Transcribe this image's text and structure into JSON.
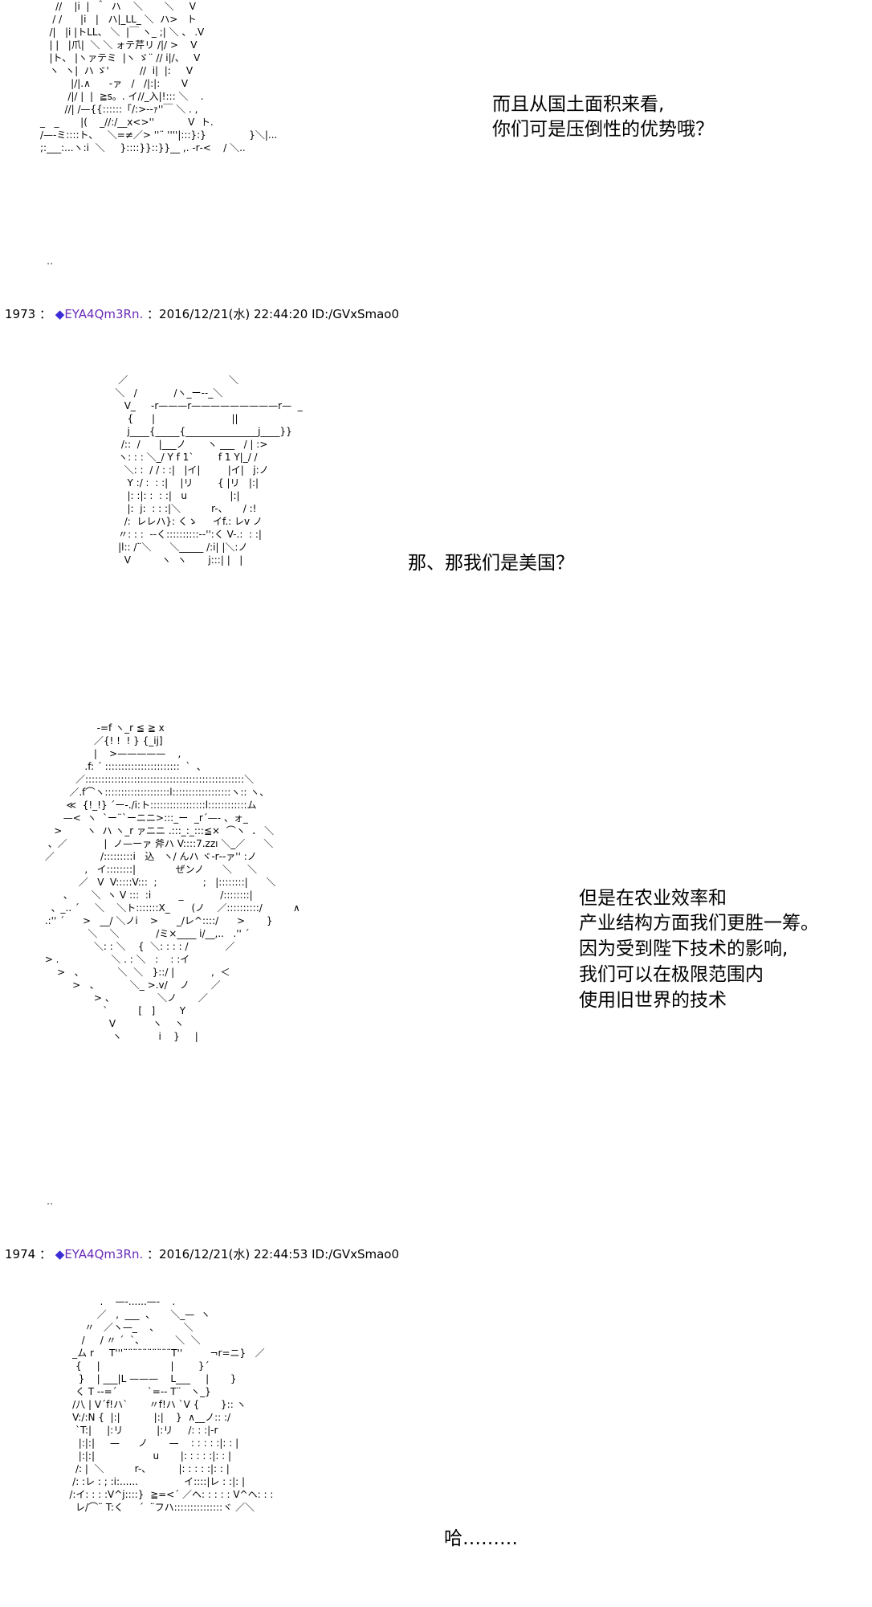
{
  "art": {
    "block1": "     //    |i  |  ＾  ハ    ＼       ＼     V\n    / /      |i   |   ハ|_LL_ ＼  ハ>   ト\n   /|   |i |トLL、 ＼  |￣ ヽ_ ;| ＼ 、 .V\n   | |   |爪|  ＼ ＼ ォテ芹リ /|/ >    V\n   |ト、 |ヽァテミ  |ヽ ゞ¨ // i|/、   V\n   ヽ  ヽ|  ハ ゞ'          //  i|  |:     V\n          |/|.∧      -ァ   /   /|:|:       V\n         /|/ |  |  ≧s。. イ//_入|!::: ＼    .\n        //| /—{{::::::「/:>-‐ｧ''￣ ＼ . ,\n_   _       |(    _//:/__x<>''           V  ト.\n/—‐ミ::::ト、   ＼=≠／> ''¨ ''''|:::}:}              }＼|...\n;:___:...ヽ:i  ＼     }::::}}::}}__ ,. ‐r‐<    / ＼..",
    "block2": "     ／                                 ＼\n    ＼   /            /ヽ_ー‐‐_＼     \n       V_     -r———r—————————r—  _\n        {      |                         ||\n        j____{_____{_______________j____}}\n      /::  /      |___ノ       ヽ ___   / | :>\n     ヽ: : : ＼_/ Y f 1`        f 1 Y|_/ /\n       ＼: :  / / : :|   |イ|         |イ|   j:ノ\n        Y :/ :  : :|    |リ        { |リ   |:|\n        |: :|: :  : :|   u              |:|\n        |:  j:  : : :|＼          r-、     / :!\n       /:  レレハ}: くゝ     イf.: レv ノ\n     〃: : :  --く::::::::::--'':く V-.:  : :|\n     |l:: /¨＼      ＼_____ /:i| |＼:ノ\n       V          ヽ  ヽ       j:::| |   |",
    "block3": "                  -=f ヽ_r ≦ ≧ x\n                 ／{! !  ! } {_ij]\n                 |    >—————    ,\n              .f: ´ :::::::::::::::::::::::  `  、\n           ／:::::::::::::::::::::::::::::::::::::::::::::::::＼\n         ／.f⌒ヽ::::::::::::::::::::l::::::::::::::::::ヽ:: ヽ、\n        ≪  {!_!} ´ー-./i:ト:::::::::::::::::l::::::::::::ム\n       —<  ヽ  `ー¨`ーニニ>:::_ー  _r´—- 、ォ_\n    >        ヽ  ハ ヽ_r ァニニ .:::_:_:::≦×  ⌒ヽ  ． ＼\n  、／            |  ノ—ーァ 斧ハ V::::7.zzı ＼_／      ＼\n ／               /:::::::::i   込   ヽ/ んハ ヾ‐r‐‐ァ'' :ノ\n              ,   イ::::::::|             ぜンノ      ＼     ＼\n            ／   V  V:::::V:::  ;               ;   |::::::::|      ＼\n       、      ＼  ヽ V :::  :i         _            /::::::::|\n   、_.. ´     ＼    ＼ト:::::::X_       (ノ    ／::::::::::/          ∧\n .:'' ´      >   __/ ＼ノi    >      _/レ^::::/      >       }\n               ＼    ＼            /ミ×____ i/__,..   .'' ´\n                 ＼: : ＼    {  ＼: : : : /            ／\n > .                 ＼ . : ＼   :    : :イ\n     >   、           ＼  ＼   }::/ |            ,  ＜\n          >   、          ＼_ >.v/    ノ       ／\n                 > 、              ＼ノ       ／\n                    `          [   ]        Y\n                      V            ヽ    ヽ\n                       ヽ            i    }     |",
    "block4": "                   .    —-......—-    .\n                  ／   ,  ___  、     ＼_—  ヽ\n              〃   ／ヽ—_    、        ＼\n             /     / 〃 ´  `、          ＼  ＼\n          _ム r     T'''¨¨¨¨¨¨¨¨¨¨T''         ¬r=ニ}   ／\n           {     |                       |        }´\n            }    | ___|L ———    L___     |       }\n           く T ‐‐=´          `=‐‐ T¨   ヽ_}\n          /八 | V´f!ハ`       〃f!ハ `V {       }:: ヽ\n          V:/:N {  |:|           |:|    }  ∧__ノ:: :/\n           `T:|     |:リ           |:リ     /: : :|‐r\n            |:|:|     —      ノ       —    : : : : :|: : |\n            |:|:|                   u       |: : : : :|: : |\n           /: |  ＼          r-、         |: : : : :|: : |\n          /: :レ : ; :i:......               イ::::|レ : :|: |\n         /:イ: : : :V^j::::}  ≧=<´ ／ヘ: : : : : V^ヘ: : :\n           レ/⌒¨ T:く     ´  ¨フハ:::::::::::::::ヾ ／＼"
  },
  "speech": {
    "s1_line1": "而且从国土面积来看,",
    "s1_line2": "你们可是压倒性的优势哦？",
    "s2": "那、那我们是美国？",
    "s3_line1": "但是在农业效率和",
    "s3_line2": "产业结构方面我们更胜一筹。",
    "s3_line3": "因为受到陛下技术的影响,",
    "s3_line4": "我们可以在极限范围内",
    "s3_line5": "使用旧世界的技术",
    "s4": "哈………"
  },
  "posts": [
    {
      "number": "1973",
      "sep": "：",
      "diamond": "◆",
      "trip": "EYA4Qm3Rn.",
      "rest": "：2016/12/21(水) 22:44:20 ID:/GVxSmao0"
    },
    {
      "number": "1974",
      "sep": "：",
      "diamond": "◆",
      "trip": "EYA4Qm3Rn.",
      "rest": "：2016/12/21(水) 22:44:53 ID:/GVxSmao0"
    }
  ],
  "dots": {
    "d1": "..",
    "d2": ".."
  }
}
